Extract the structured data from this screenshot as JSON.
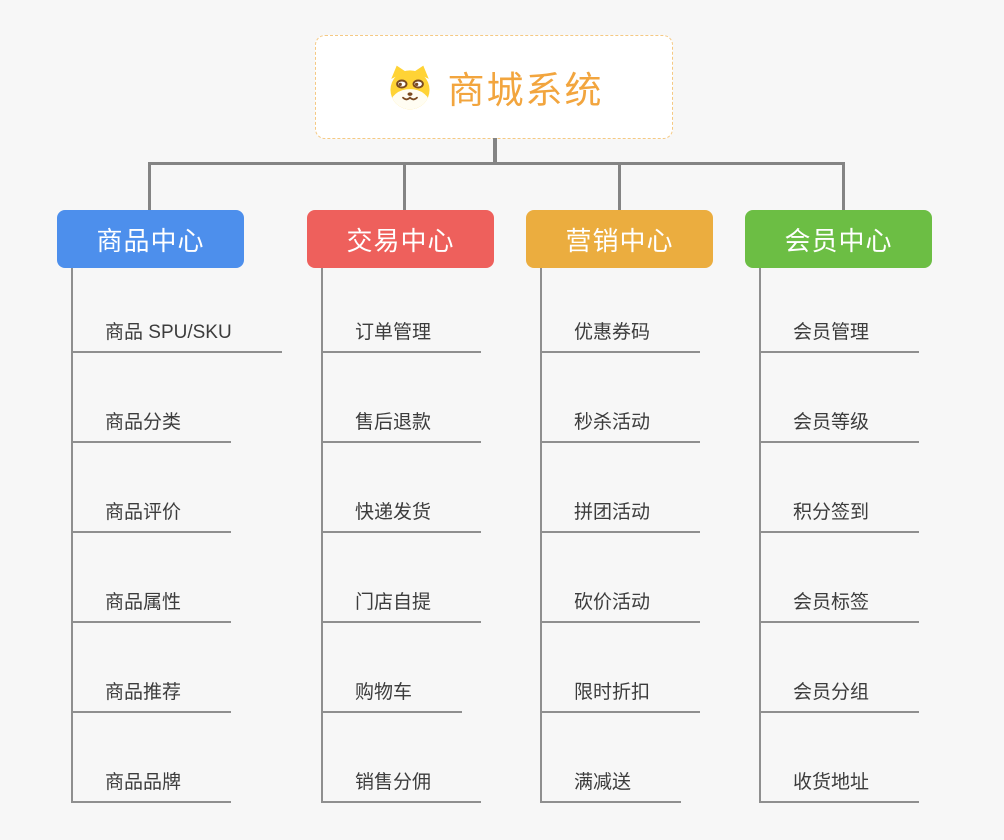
{
  "root": {
    "title": "商城系统",
    "icon": "dog-icon",
    "accent_color": "#f2a53e",
    "border_color": "#f5c983"
  },
  "branches": [
    {
      "label": "商品中心",
      "color": "#4d8fec",
      "children": [
        "商品 SPU/SKU",
        "商品分类",
        "商品评价",
        "商品属性",
        "商品推荐",
        "商品品牌"
      ]
    },
    {
      "label": "交易中心",
      "color": "#ee605c",
      "children": [
        "订单管理",
        "售后退款",
        "快递发货",
        "门店自提",
        "购物车",
        "销售分佣"
      ]
    },
    {
      "label": "营销中心",
      "color": "#ebad3f",
      "children": [
        "优惠券码",
        "秒杀活动",
        "拼团活动",
        "砍价活动",
        "限时折扣",
        "满减送"
      ]
    },
    {
      "label": "会员中心",
      "color": "#6cbe44",
      "children": [
        "会员管理",
        "会员等级",
        "积分签到",
        "会员标签",
        "会员分组",
        "收货地址"
      ]
    }
  ],
  "colors": {
    "background": "#f7f7f7",
    "connector": "#848484",
    "leaf_line": "#8f8f8f",
    "leaf_text": "#3c3c3c"
  }
}
